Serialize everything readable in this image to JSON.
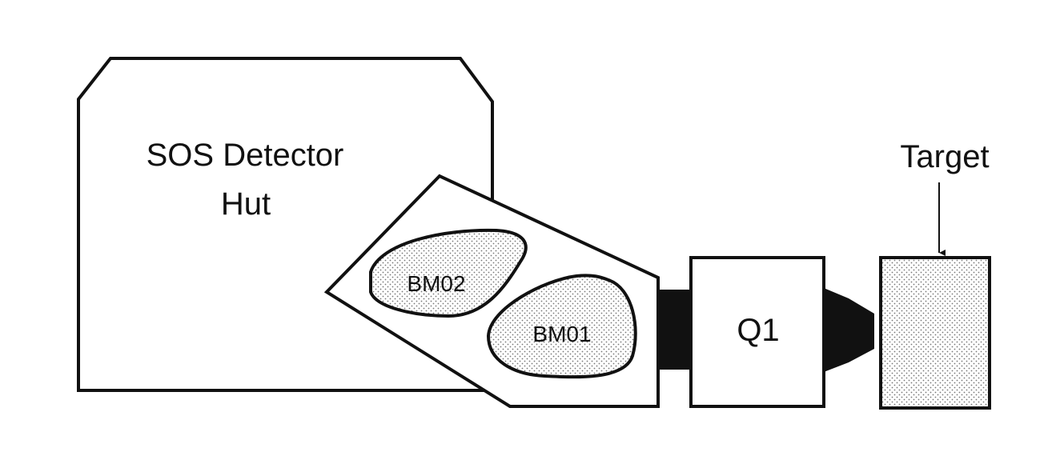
{
  "labels": {
    "hut_line1": "SOS Detector",
    "hut_line2": "Hut",
    "bm02": "BM02",
    "bm01": "BM01",
    "q1": "Q1",
    "target": "Target"
  },
  "colors": {
    "stroke": "#111111",
    "dot": "#777777",
    "background": "#ffffff"
  }
}
